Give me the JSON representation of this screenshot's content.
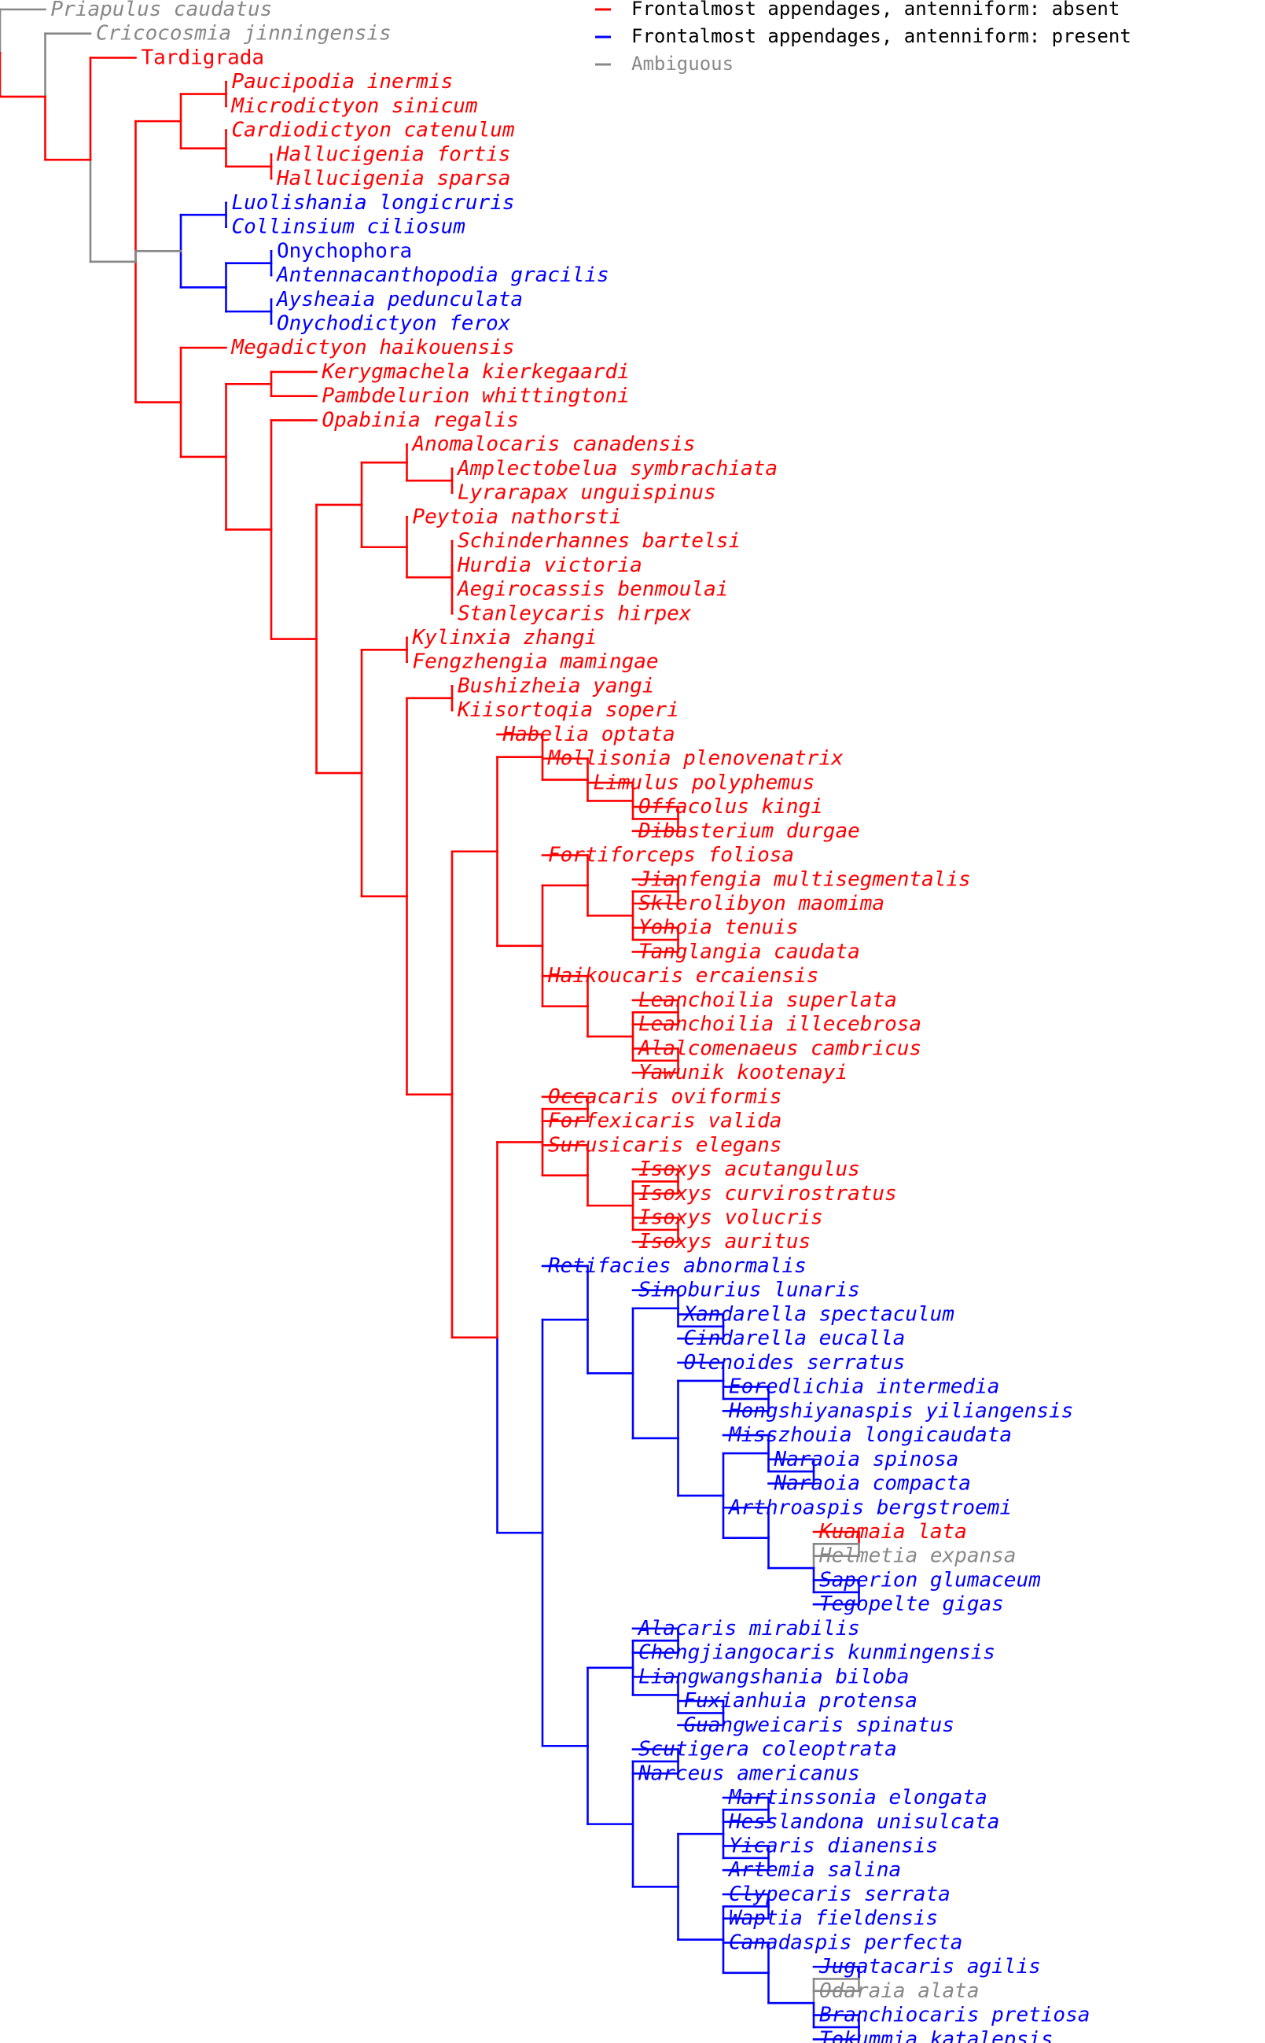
{
  "colors": {
    "absent": "#ff0000",
    "present": "#0000ff",
    "ambiguous": "#888888"
  },
  "legend": [
    {
      "label": "Frontalmost appendages, antenniform: absent",
      "state": "absent"
    },
    {
      "label": "Frontalmost appendages, antenniform: present",
      "state": "present"
    },
    {
      "label": "Ambiguous",
      "state": "ambiguous"
    }
  ],
  "taxa": [
    {
      "name": "Priapulus caudatus",
      "state": "ambiguous"
    },
    {
      "name": "Cricocosmia jinningensis",
      "state": "ambiguous"
    },
    {
      "name": "Tardigrada",
      "state": "absent",
      "upright": true
    },
    {
      "name": "Paucipodia inermis",
      "state": "absent"
    },
    {
      "name": "Microdictyon sinicum",
      "state": "absent"
    },
    {
      "name": "Cardiodictyon catenulum",
      "state": "absent"
    },
    {
      "name": "Hallucigenia fortis",
      "state": "absent"
    },
    {
      "name": "Hallucigenia sparsa",
      "state": "absent"
    },
    {
      "name": "Luolishania longicruris",
      "state": "present"
    },
    {
      "name": "Collinsium ciliosum",
      "state": "present"
    },
    {
      "name": "Onychophora",
      "state": "present",
      "upright": true
    },
    {
      "name": "Antennacanthopodia gracilis",
      "state": "present"
    },
    {
      "name": "Aysheaia pedunculata",
      "state": "present"
    },
    {
      "name": "Onychodictyon ferox",
      "state": "present"
    },
    {
      "name": "Megadictyon haikouensis",
      "state": "absent"
    },
    {
      "name": "Kerygmachela kierkegaardi",
      "state": "absent"
    },
    {
      "name": "Pambdelurion whittingtoni",
      "state": "absent"
    },
    {
      "name": "Opabinia regalis",
      "state": "absent"
    },
    {
      "name": "Anomalocaris canadensis",
      "state": "absent"
    },
    {
      "name": "Amplectobelua symbrachiata",
      "state": "absent"
    },
    {
      "name": "Lyrarapax unguispinus",
      "state": "absent"
    },
    {
      "name": "Peytoia nathorsti",
      "state": "absent"
    },
    {
      "name": "Schinderhannes bartelsi",
      "state": "absent"
    },
    {
      "name": "Hurdia victoria",
      "state": "absent"
    },
    {
      "name": "Aegirocassis benmoulai",
      "state": "absent"
    },
    {
      "name": "Stanleycaris hirpex",
      "state": "absent"
    },
    {
      "name": "Kylinxia zhangi",
      "state": "absent"
    },
    {
      "name": "Fengzhengia mamingae",
      "state": "absent"
    },
    {
      "name": "Bushizheia yangi",
      "state": "absent"
    },
    {
      "name": "Kiisortoqia soperi",
      "state": "absent"
    },
    {
      "name": "Habelia optata",
      "state": "absent"
    },
    {
      "name": "Mollisonia plenovenatrix",
      "state": "absent"
    },
    {
      "name": "Limulus polyphemus",
      "state": "absent"
    },
    {
      "name": "Offacolus kingi",
      "state": "absent"
    },
    {
      "name": "Dibasterium durgae",
      "state": "absent"
    },
    {
      "name": "Fortiforceps foliosa",
      "state": "absent"
    },
    {
      "name": "Jianfengia multisegmentalis",
      "state": "absent"
    },
    {
      "name": "Sklerolibyon maomima",
      "state": "absent"
    },
    {
      "name": "Yohoia tenuis",
      "state": "absent"
    },
    {
      "name": "Tanglangia caudata",
      "state": "absent"
    },
    {
      "name": "Haikoucaris ercaiensis",
      "state": "absent"
    },
    {
      "name": "Leanchoilia superlata",
      "state": "absent"
    },
    {
      "name": "Leanchoilia illecebrosa",
      "state": "absent"
    },
    {
      "name": "Alalcomenaeus cambricus",
      "state": "absent"
    },
    {
      "name": "Yawunik kootenayi",
      "state": "absent"
    },
    {
      "name": "Occacaris oviformis",
      "state": "absent"
    },
    {
      "name": "Forfexicaris valida",
      "state": "absent"
    },
    {
      "name": "Surusicaris elegans",
      "state": "absent"
    },
    {
      "name": "Isoxys acutangulus",
      "state": "absent"
    },
    {
      "name": "Isoxys curvirostratus",
      "state": "absent"
    },
    {
      "name": "Isoxys volucris",
      "state": "absent"
    },
    {
      "name": "Isoxys auritus",
      "state": "absent"
    },
    {
      "name": "Retifacies abnormalis",
      "state": "present"
    },
    {
      "name": "Sinoburius lunaris",
      "state": "present"
    },
    {
      "name": "Xandarella spectaculum",
      "state": "present"
    },
    {
      "name": "Cindarella eucalla",
      "state": "present"
    },
    {
      "name": "Olenoides serratus",
      "state": "present"
    },
    {
      "name": "Eoredlichia intermedia",
      "state": "present"
    },
    {
      "name": "Hongshiyanaspis yiliangensis",
      "state": "present"
    },
    {
      "name": "Misszhouia longicaudata",
      "state": "present"
    },
    {
      "name": "Naraoia spinosa",
      "state": "present"
    },
    {
      "name": "Naraoia compacta",
      "state": "present"
    },
    {
      "name": "Arthroaspis bergstroemi",
      "state": "present"
    },
    {
      "name": "Kuamaia lata",
      "state": "absent"
    },
    {
      "name": "Helmetia expansa",
      "state": "ambiguous"
    },
    {
      "name": "Saperion glumaceum",
      "state": "present"
    },
    {
      "name": "Tegopelte gigas",
      "state": "present"
    },
    {
      "name": "Alacaris mirabilis",
      "state": "present"
    },
    {
      "name": "Chengjiangocaris kunmingensis",
      "state": "present"
    },
    {
      "name": "Liangwangshania biloba",
      "state": "present"
    },
    {
      "name": "Fuxianhuia protensa",
      "state": "present"
    },
    {
      "name": "Guangweicaris spinatus",
      "state": "present"
    },
    {
      "name": "Scutigera coleoptrata",
      "state": "present"
    },
    {
      "name": "Narceus americanus",
      "state": "present"
    },
    {
      "name": "Martinssonia elongata",
      "state": "present"
    },
    {
      "name": "Hesslandona unisulcata",
      "state": "present"
    },
    {
      "name": "Yicaris dianensis",
      "state": "present"
    },
    {
      "name": "Artemia salina",
      "state": "present"
    },
    {
      "name": "Clypecaris serrata",
      "state": "present"
    },
    {
      "name": "Waptia fieldensis",
      "state": "present"
    },
    {
      "name": "Canadaspis perfecta",
      "state": "present"
    },
    {
      "name": "Jugatacaris agilis",
      "state": "present"
    },
    {
      "name": "Odaraia alata",
      "state": "ambiguous"
    },
    {
      "name": "Branchiocaris pretiosa",
      "state": "present"
    },
    {
      "name": "Tokummia katalepsis",
      "state": "present"
    }
  ]
}
